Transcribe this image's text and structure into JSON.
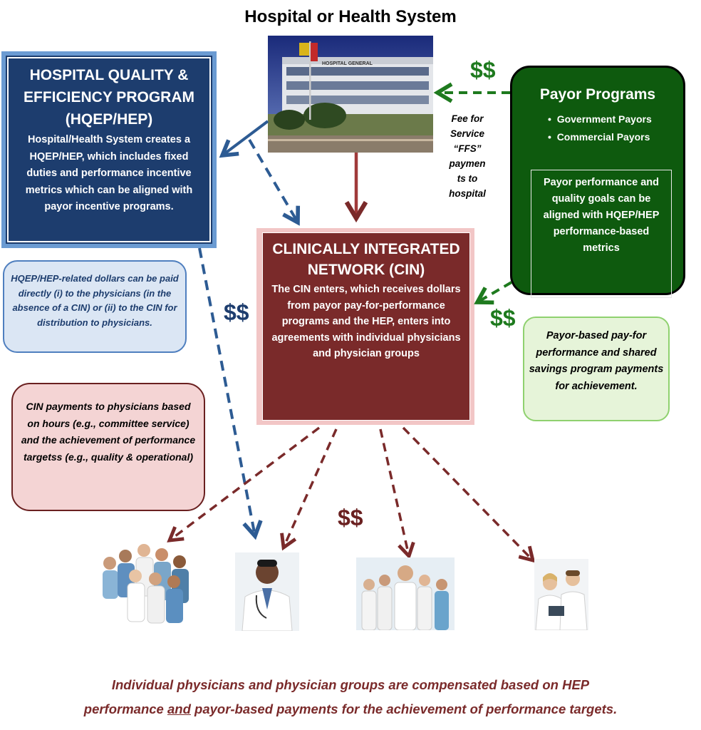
{
  "title": "Hospital or Health System",
  "hospital_photo": {
    "sign_text": "HOSPITAL GENERAL"
  },
  "hqep": {
    "title": "HOSPITAL QUALITY & EFFICIENCY PROGRAM (HQEP/HEP)",
    "body": "Hospital/Health System creates a HQEP/HEP, which includes fixed duties and performance incentive metrics which can be aligned with payor incentive programs."
  },
  "payor": {
    "title": "Payor Programs",
    "items": [
      "Government Payors",
      "Commercial Payors"
    ],
    "inner_text": "Payor performance and quality goals can be aligned with HQEP/HEP performance-based metrics"
  },
  "cin": {
    "title": "CLINICALLY INTEGRATED NETWORK (CIN)",
    "body": "The CIN enters, which receives dollars from payor pay-for-performance programs and the HEP, enters into agreements with individual physicians and physician groups"
  },
  "fee_note": {
    "lines": [
      "Fee for",
      "Service",
      "“FFS”",
      "paymen",
      "ts to",
      "hospital"
    ]
  },
  "notes": {
    "blue": "HQEP/HEP-related dollars can be paid directly (i) to the physicians (in the absence of a CIN) or (ii) to the CIN for distribution to physicians.",
    "red": "CIN payments to physicians based on hours (e.g., committee service) and the achievement of performance targetss (e.g., quality & operational)",
    "green": "Payor-based pay-for performance and shared savings program payments for achievement."
  },
  "dollar_labels": {
    "green_top": "$$",
    "green_mid": "$$",
    "blue": "$$",
    "red": "$$"
  },
  "caption": {
    "line1": "Individual physicians and physician groups are compensated based on HEP",
    "line2_before": "performance ",
    "line2_underlined": "and",
    "line2_after": " payor-based payments for the achievement of performance targets."
  },
  "colors": {
    "navy": "#1d3d6e",
    "light_blue": "#6b9bd2",
    "dark_green": "#0e5a0e",
    "maroon": "#7a2a2a",
    "pink": "#f2c6c6",
    "light_green": "#e6f4d9"
  }
}
